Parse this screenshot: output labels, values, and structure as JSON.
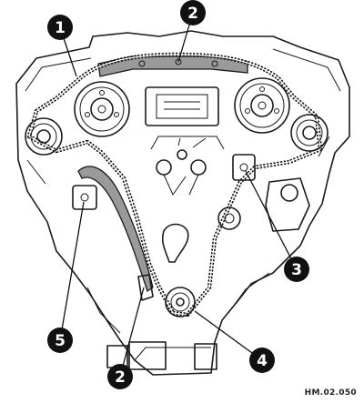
{
  "reference_code": "HM.02.050",
  "callouts": [
    {
      "label": "1"
    },
    {
      "label": "2"
    },
    {
      "label": "3"
    },
    {
      "label": "4"
    },
    {
      "label": "5"
    },
    {
      "label": "2"
    }
  ]
}
